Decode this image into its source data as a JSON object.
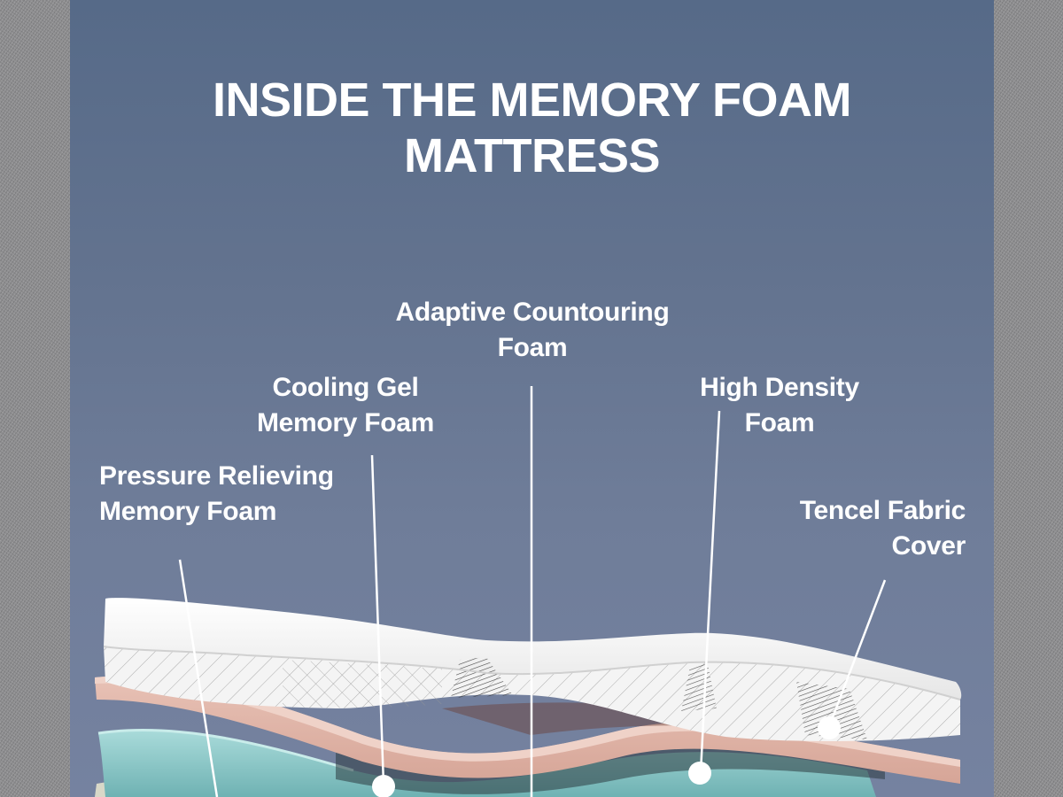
{
  "title": {
    "line1": "INSIDE THE MEMORY FOAM",
    "line2": "MATTRESS"
  },
  "colors": {
    "panel_top": "#566a88",
    "panel_bottom": "#7582a0",
    "felt": "#8c8c8e",
    "cover_white": "#f2f2f2",
    "layer_pink": "#e2b8ac",
    "layer_teal": "#9fd3d2",
    "layer_cream": "#d9d8c8",
    "text": "#ffffff"
  },
  "labels": [
    {
      "id": "adaptive-contouring-foam",
      "line1": "Adaptive Countouring",
      "line2": "Foam"
    },
    {
      "id": "cooling-gel-memory-foam",
      "line1": "Cooling Gel",
      "line2": "Memory Foam"
    },
    {
      "id": "high-density-foam",
      "line1": "High Density",
      "line2": "Foam"
    },
    {
      "id": "pressure-relieving-memory-foam",
      "line1": "Pressure Relieving",
      "line2": "Memory Foam"
    },
    {
      "id": "tencel-fabric-cover",
      "line1": "Tencel Fabric",
      "line2": "Cover"
    }
  ],
  "layers": [
    {
      "name": "Tencel Fabric Cover",
      "color": "#f2f2f2"
    },
    {
      "name": "High Density Foam",
      "color": "#e2b8ac"
    },
    {
      "name": "Cooling Gel Memory Foam",
      "color": "#9fd3d2"
    },
    {
      "name": "Pressure Relieving Memory Foam",
      "color": "#d9d8c8"
    }
  ]
}
